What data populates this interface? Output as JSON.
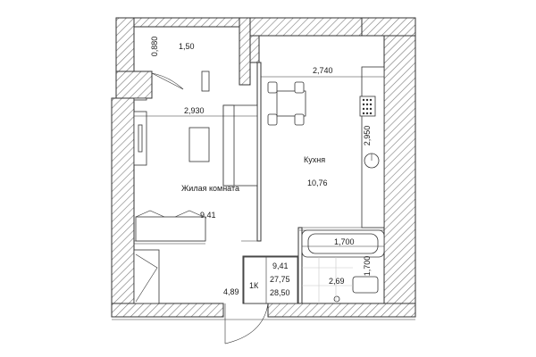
{
  "rooms": {
    "balcony": {
      "area": "1,50",
      "width_dim": "0,880"
    },
    "living": {
      "name": "Жилая комната",
      "area": "9,41",
      "width_dim": "2,930"
    },
    "kitchen": {
      "name": "Кухня",
      "area": "10,76",
      "width_dim": "2,740",
      "height_dim": "2,950"
    },
    "bathroom": {
      "area": "2,69",
      "width_dim": "1,700",
      "height_dim": "1,700"
    },
    "hall": {
      "area": "4,89"
    }
  },
  "summary": {
    "type": "1К",
    "living_area": "9,41",
    "total_area": "27,75",
    "area_with_balcony": "28,50"
  }
}
